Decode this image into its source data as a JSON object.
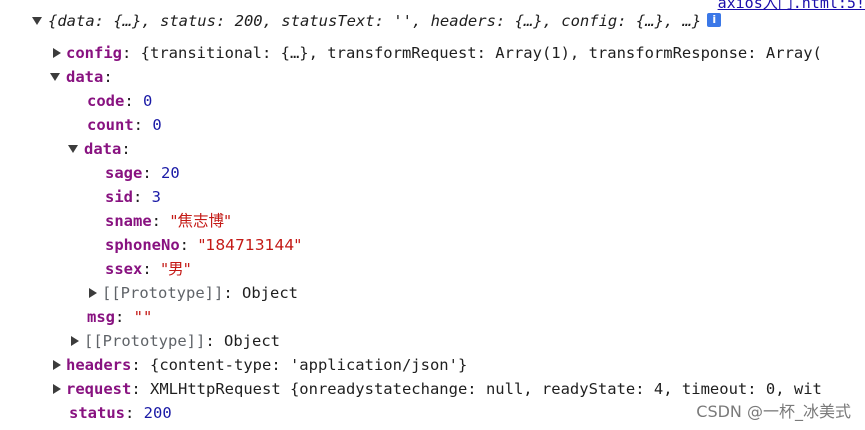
{
  "source_link": "axios入门.html:5!",
  "info_icon": "i",
  "summary": {
    "prefix": "{data: {…}, status: 200, statusText: '', headers: {…}, config: {…}, …}"
  },
  "config": {
    "key": "config",
    "value": "{transitional: {…}, transformRequest: Array(1), transformResponse: Array("
  },
  "data": {
    "key": "data",
    "code": {
      "key": "code",
      "value": "0"
    },
    "count": {
      "key": "count",
      "value": "0"
    },
    "inner": {
      "key": "data",
      "sage": {
        "key": "sage",
        "value": "20"
      },
      "sid": {
        "key": "sid",
        "value": "3"
      },
      "sname": {
        "key": "sname",
        "value": "\"焦志博\""
      },
      "sphoneNo": {
        "key": "sphoneNo",
        "value": "\"184713144\""
      },
      "ssex": {
        "key": "ssex",
        "value": "\"男\""
      },
      "proto": {
        "key": "[[Prototype]]",
        "value": "Object"
      }
    },
    "msg": {
      "key": "msg",
      "value": "\"\""
    },
    "proto": {
      "key": "[[Prototype]]",
      "value": "Object"
    }
  },
  "headers": {
    "key": "headers",
    "value": "{content-type: 'application/json'}"
  },
  "request": {
    "key": "request",
    "value": "XMLHttpRequest {onreadystatechange: null, readyState: 4, timeout: 0, wit"
  },
  "status": {
    "key": "status",
    "value": "200"
  },
  "watermark": "CSDN @一杯_冰美式",
  "colors": {
    "key": "#881280",
    "number": "#1a1aa6",
    "string": "#c41a16",
    "link": "#1a0dab",
    "info_badge": "#3b78e7"
  },
  "icons": {
    "expanded": "triangle-down-icon",
    "collapsed": "triangle-right-icon",
    "info": "info-icon"
  }
}
